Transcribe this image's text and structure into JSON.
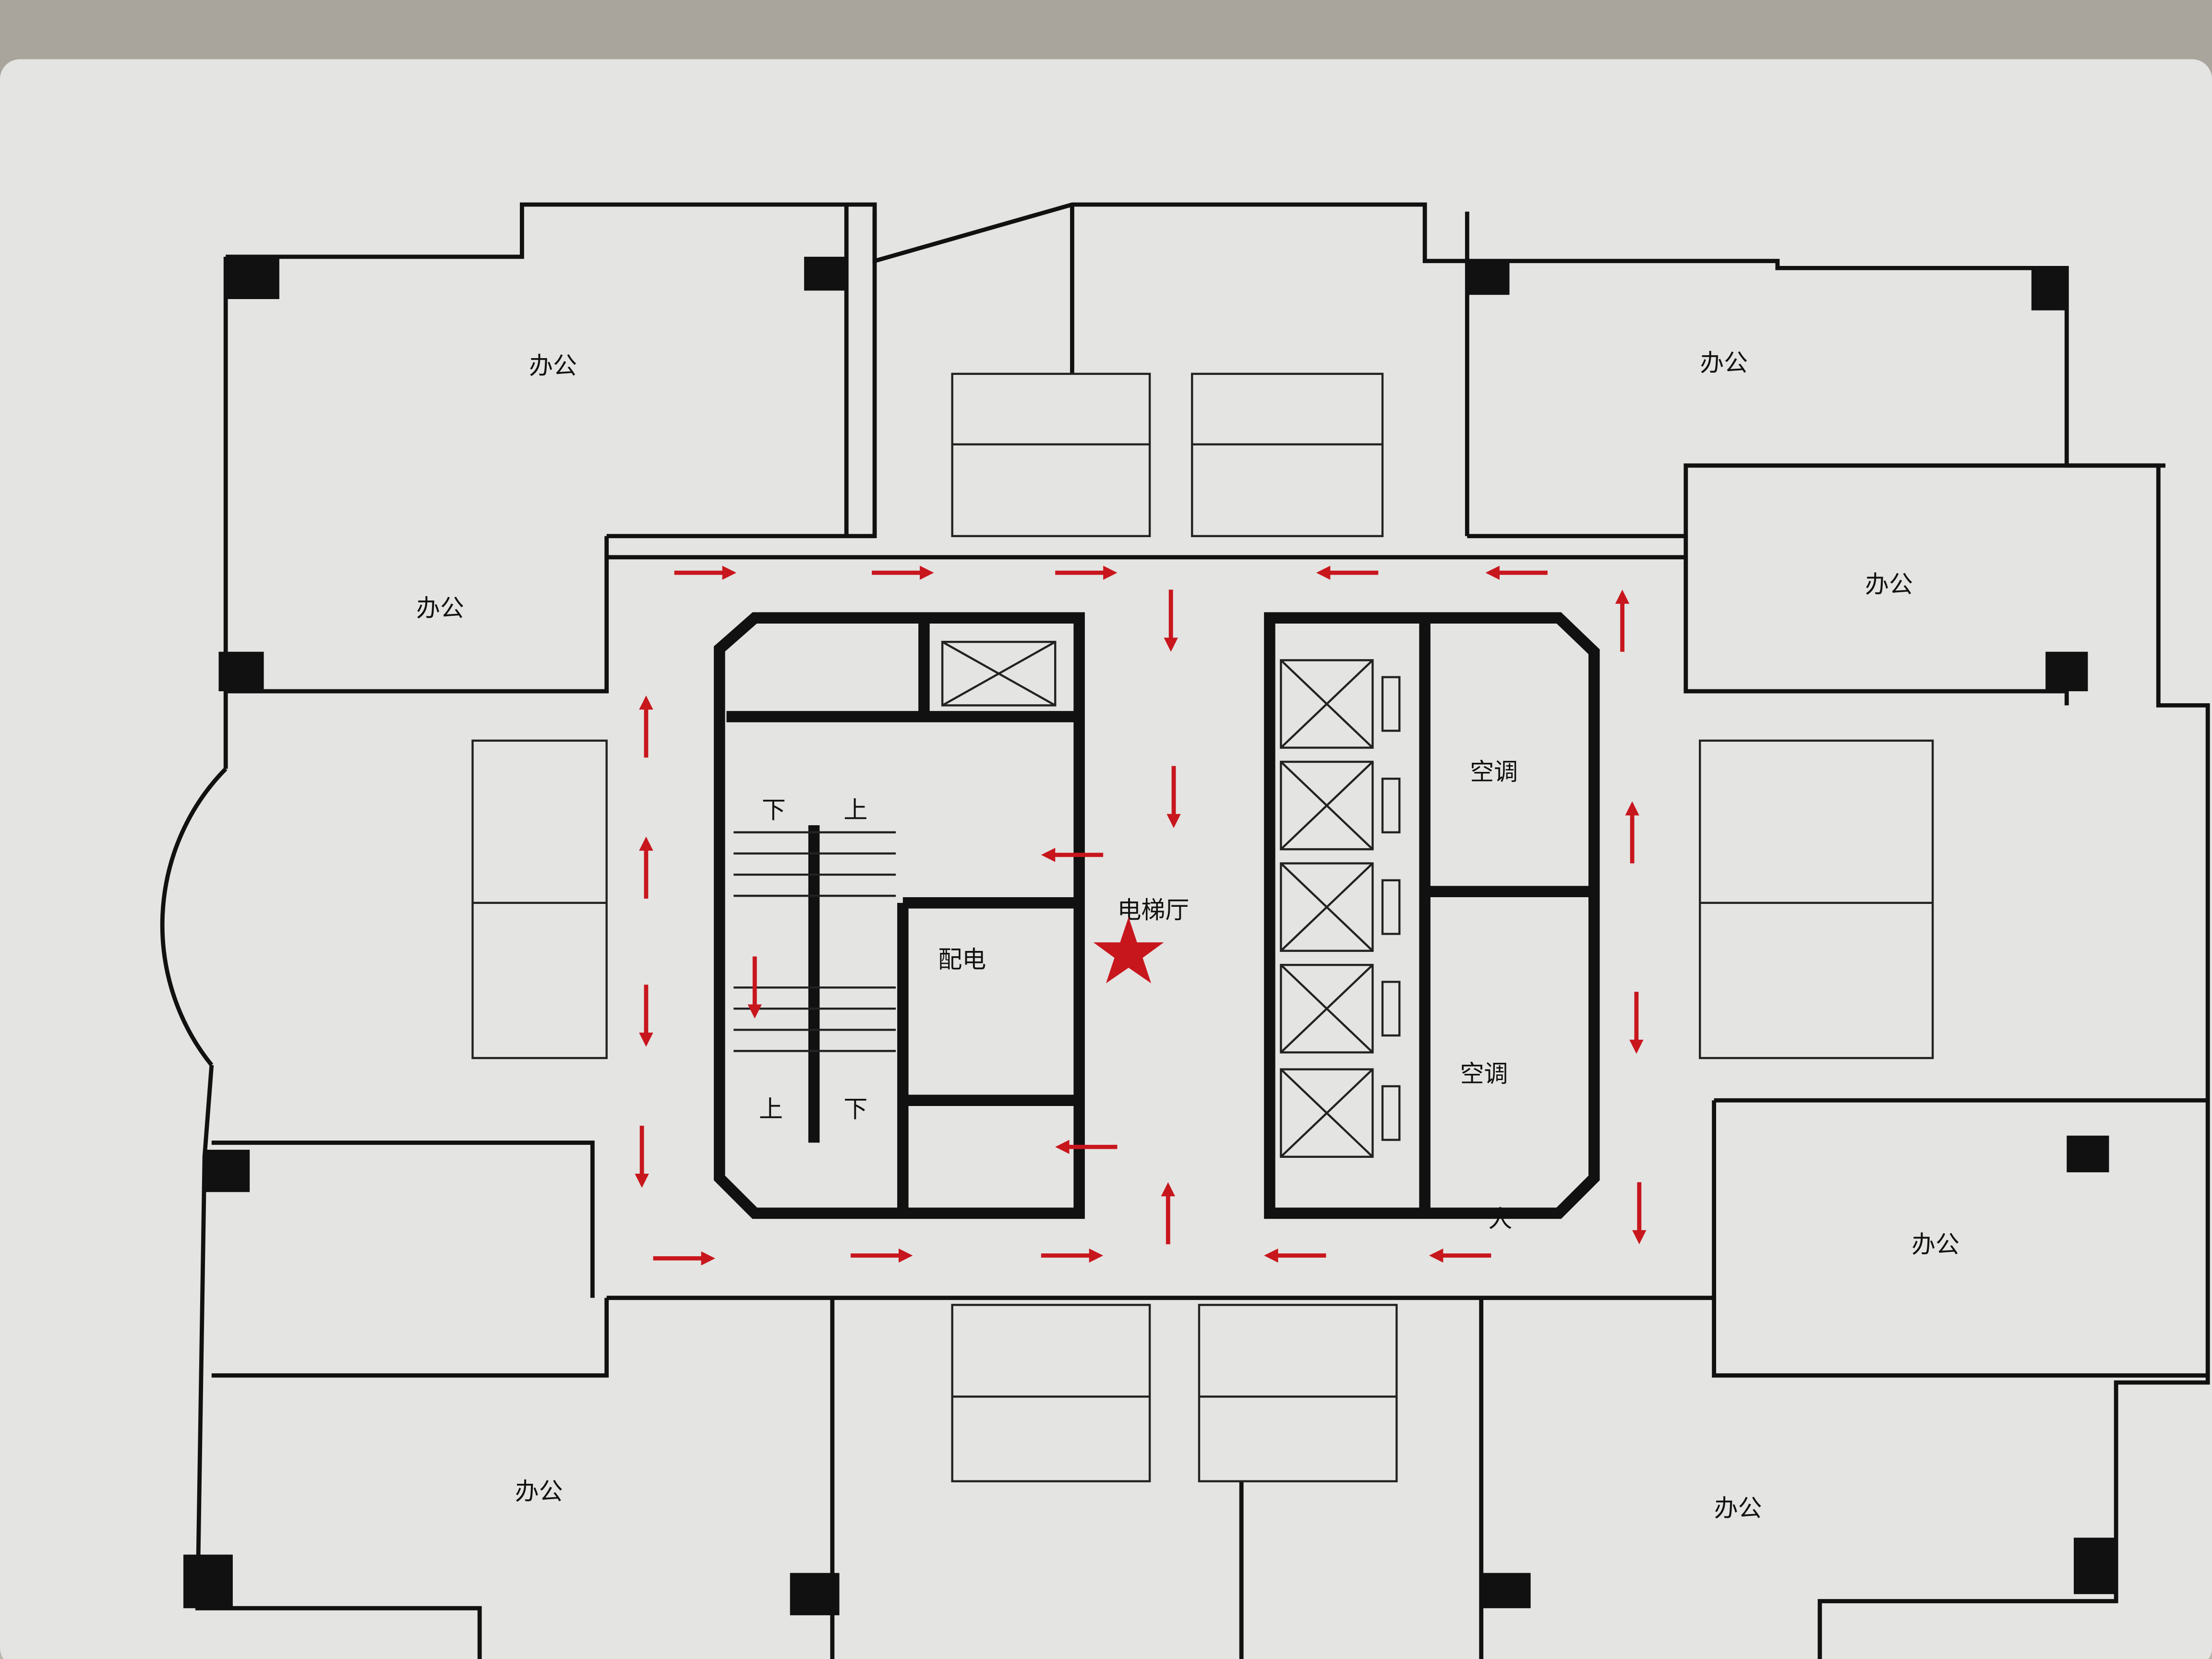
{
  "plan": {
    "office_label": "办公",
    "elevator_hall_label": "电梯厅",
    "power_room_label": "配电",
    "ac_room_label": "空调",
    "stair_down_label": "下",
    "stair_up_label": "上",
    "entrance_mark": "人"
  },
  "colors": {
    "arrow": "#c8161d",
    "star": "#c8161d",
    "walls": "#111111",
    "board": "#e4e4e2"
  },
  "icons": {
    "you_are_here": "red-star-icon",
    "evacuation_route": "red-arrow-icon"
  }
}
